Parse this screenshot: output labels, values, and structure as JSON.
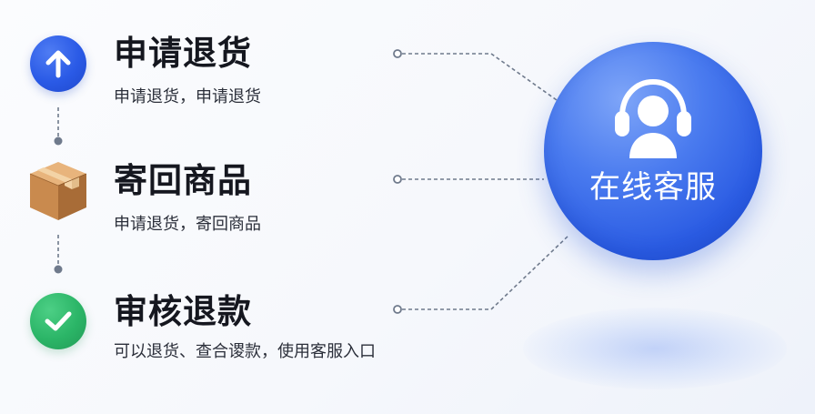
{
  "steps": [
    {
      "icon": "arrow-up-icon",
      "title": "申请退货",
      "description": "申请退货，申请退货"
    },
    {
      "icon": "package-box-icon",
      "title": "寄回商品",
      "description": "申请退货，寄回商品"
    },
    {
      "icon": "checkmark-icon",
      "title": "审核退款",
      "description": "可以退货、查合谡款，使用客服入口"
    }
  ],
  "service": {
    "icon": "headset-agent-icon",
    "label": "在线客服"
  },
  "colors": {
    "accent_blue": "#2b5ce3",
    "success_green": "#2bb567",
    "box_brown": "#c98a4e",
    "connector_gray": "#6f7a8c",
    "title_text": "#15171f"
  }
}
